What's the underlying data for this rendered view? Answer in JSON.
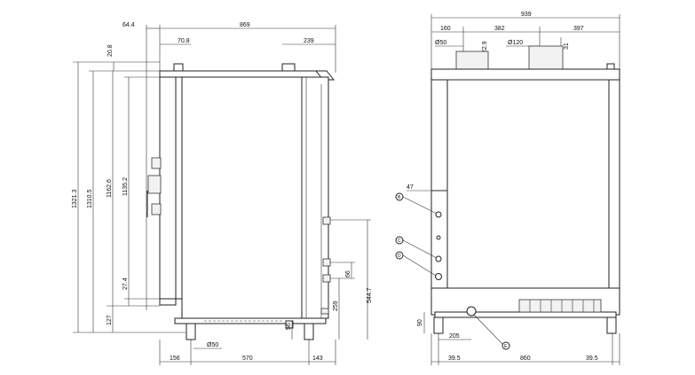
{
  "side_view": {
    "dimensions_top": {
      "d644": "64.4",
      "d869": "869",
      "d708": "70.8",
      "d239": "239",
      "d208": "20.8"
    },
    "dimensions_left": {
      "d13213": "1321.3",
      "d13105": "1310.5",
      "d11626": "1162.6",
      "d11352": "1135.2",
      "d274": "27.4",
      "d127": "127"
    },
    "dimensions_right": {
      "d5447": "544.7",
      "d259": "259",
      "d66": "66",
      "d56": "56"
    },
    "dimensions_bottom": {
      "d50": "Ø50",
      "d156": "156",
      "d570": "570",
      "d143": "143"
    }
  },
  "front_view": {
    "dimensions_top": {
      "d939": "939",
      "d160": "160",
      "d382": "382",
      "d397": "397",
      "d50": "Ø50",
      "d229": "22.9",
      "d120": "Ø120",
      "d31": "31"
    },
    "dimensions_mid": {
      "d47": "47",
      "d90": "90",
      "d205": "205"
    },
    "dimensions_bottom": {
      "d395a": "39.5",
      "d860": "860",
      "d395b": "39.5"
    },
    "callouts": {
      "c1": "B",
      "c2": "C",
      "c3": "D",
      "c4": "E"
    }
  }
}
